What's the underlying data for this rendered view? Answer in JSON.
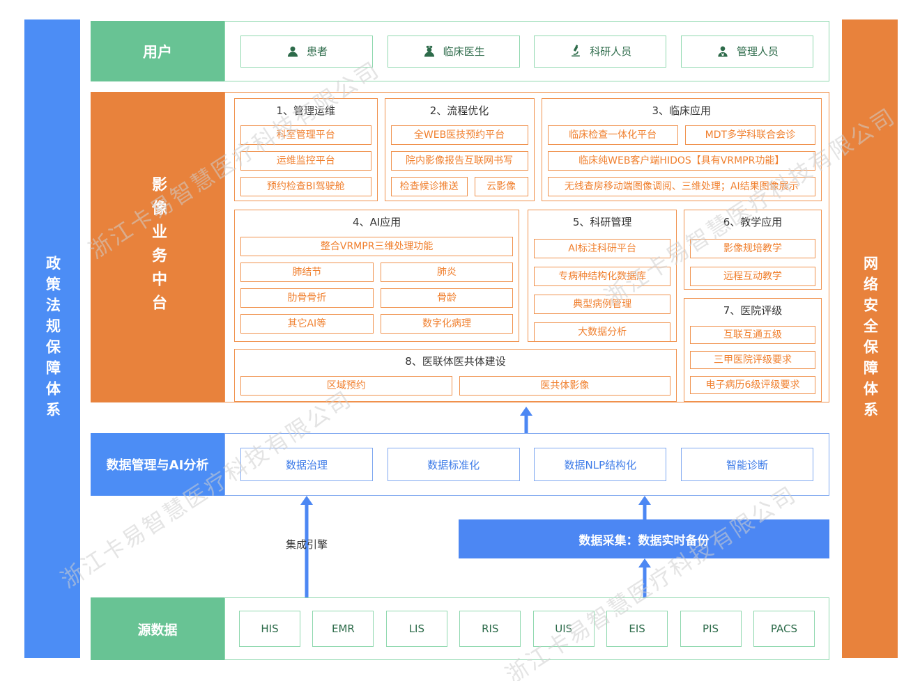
{
  "watermark": {
    "text": "浙江卡易智慧医疗科技有限公司"
  },
  "side_bars": {
    "left": {
      "label": "政策法规保障体系",
      "color": "#4C8DF5"
    },
    "right": {
      "label": "网络安全保障体系",
      "color": "#E8823C"
    }
  },
  "users_row": {
    "label": "用户",
    "items": [
      {
        "icon": "patient-icon",
        "label": "患者"
      },
      {
        "icon": "doctor-icon",
        "label": "临床医生"
      },
      {
        "icon": "microscope-icon",
        "label": "科研人员"
      },
      {
        "icon": "manager-icon",
        "label": "管理人员"
      }
    ]
  },
  "platform": {
    "label": "影像业务中台",
    "sections": [
      {
        "title": "1、管理运维",
        "items": [
          "科室管理平台",
          "运维监控平台",
          "预约检查BI驾驶舱"
        ]
      },
      {
        "title": "2、流程优化",
        "items": [
          "全WEB医技预约平台",
          "院内影像报告互联网书写",
          "检查候诊推送",
          "云影像"
        ]
      },
      {
        "title": "3、临床应用",
        "items": [
          "临床检查一体化平台",
          "MDT多学科联合会诊",
          "临床纯WEB客户端HIDOS【具有VRMPR功能】",
          "无线查房移动端图像调阅、三维处理；AI结果图像展示"
        ]
      },
      {
        "title": "4、AI应用",
        "items": [
          "整合VRMPR三维处理功能",
          "肺结节",
          "肺炎",
          "肋骨骨折",
          "骨龄",
          "其它AI等",
          "数字化病理"
        ]
      },
      {
        "title": "5、科研管理",
        "items": [
          "AI标注科研平台",
          "专病种结构化数据库",
          "典型病例管理",
          "大数据分析"
        ]
      },
      {
        "title": "6、教学应用",
        "items": [
          "影像规培教学",
          "远程互动教学"
        ]
      },
      {
        "title": "7、医院评级",
        "items": [
          "互联互通五级",
          "三甲医院评级要求",
          "电子病历6级评级要求"
        ]
      },
      {
        "title": "8、医联体医共体建设",
        "items": [
          "区域预约",
          "医共体影像"
        ]
      }
    ]
  },
  "datamgmt_row": {
    "label": "数据管理与AI分析",
    "items": [
      "数据治理",
      "数据标准化",
      "数据NLP结构化",
      "智能诊断"
    ]
  },
  "integration": {
    "label": "集成引擎"
  },
  "collect_bar": {
    "label": "数据采集：数据实时备份"
  },
  "source_row": {
    "label": "源数据",
    "items": [
      "HIS",
      "EMR",
      "LIS",
      "RIS",
      "UIS",
      "EIS",
      "PIS",
      "PACS"
    ]
  },
  "colors": {
    "green": "#68C394",
    "green-border": "#8FD8AE",
    "green-dark": "#2D6B4A",
    "orange": "#E8823C",
    "orange-border": "#F0914C",
    "orange-text": "#F0802F",
    "blue": "#4C8DF5",
    "blue-border": "#7FA8F0",
    "blue-text": "#3D7BE8",
    "arrow": "#4C87F3",
    "title-text": "#333333",
    "watermark": "#CFCFCF"
  }
}
